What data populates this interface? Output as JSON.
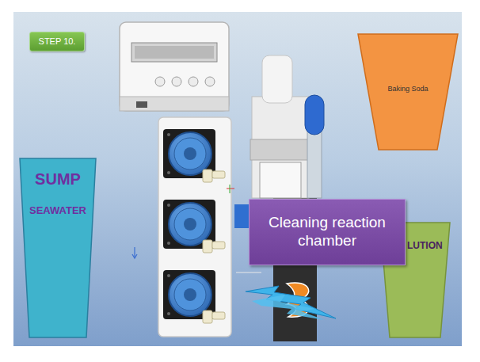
{
  "diagram": {
    "nodes": [
      {
        "text": [
          "STEP 10."
        ]
      },
      {
        "text": [
          "Baking Soda"
        ]
      },
      {
        "text": [
          "SUMP",
          "SEAWATER"
        ]
      },
      {
        "text": [
          "Cleaning reaction chamber"
        ]
      },
      {
        "text": [
          "LUTION"
        ]
      }
    ]
  }
}
